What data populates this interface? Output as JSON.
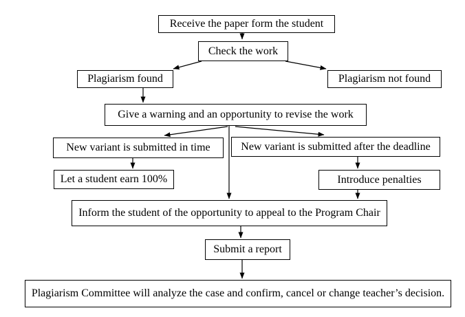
{
  "diagram": {
    "type": "flowchart",
    "background_color": "#ffffff",
    "box_border_color": "#000000",
    "box_fill_color": "#ffffff",
    "arrow_color": "#000000",
    "text_color": "#000000",
    "nodes": [
      {
        "id": "receive",
        "label": "Receive the paper form the student"
      },
      {
        "id": "check",
        "label": "Check the work"
      },
      {
        "id": "found",
        "label": "Plagiarism found"
      },
      {
        "id": "not_found",
        "label": "Plagiarism not found"
      },
      {
        "id": "warning",
        "label": "Give a warning and an opportunity to revise the work"
      },
      {
        "id": "in_time",
        "label": "New variant is submitted in time"
      },
      {
        "id": "after_deadline",
        "label": "New variant is submitted after the deadline"
      },
      {
        "id": "earn_100",
        "label": "Let a student earn 100%"
      },
      {
        "id": "penalties",
        "label": "Introduce penalties"
      },
      {
        "id": "inform",
        "label": "Inform the student of the opportunity to appeal to the Program Chair"
      },
      {
        "id": "report",
        "label": "Submit a report"
      },
      {
        "id": "committee",
        "label": "Plagiarism Committee will analyze the case and confirm, cancel or change teacher’s decision."
      }
    ],
    "edges": [
      {
        "from": "receive",
        "to": "check"
      },
      {
        "from": "check",
        "to": "found"
      },
      {
        "from": "check",
        "to": "not_found"
      },
      {
        "from": "found",
        "to": "warning"
      },
      {
        "from": "warning",
        "to": "in_time"
      },
      {
        "from": "warning",
        "to": "after_deadline"
      },
      {
        "from": "warning",
        "to": "inform"
      },
      {
        "from": "in_time",
        "to": "earn_100"
      },
      {
        "from": "after_deadline",
        "to": "penalties"
      },
      {
        "from": "penalties",
        "to": "inform"
      },
      {
        "from": "inform",
        "to": "report"
      },
      {
        "from": "report",
        "to": "committee"
      }
    ]
  }
}
